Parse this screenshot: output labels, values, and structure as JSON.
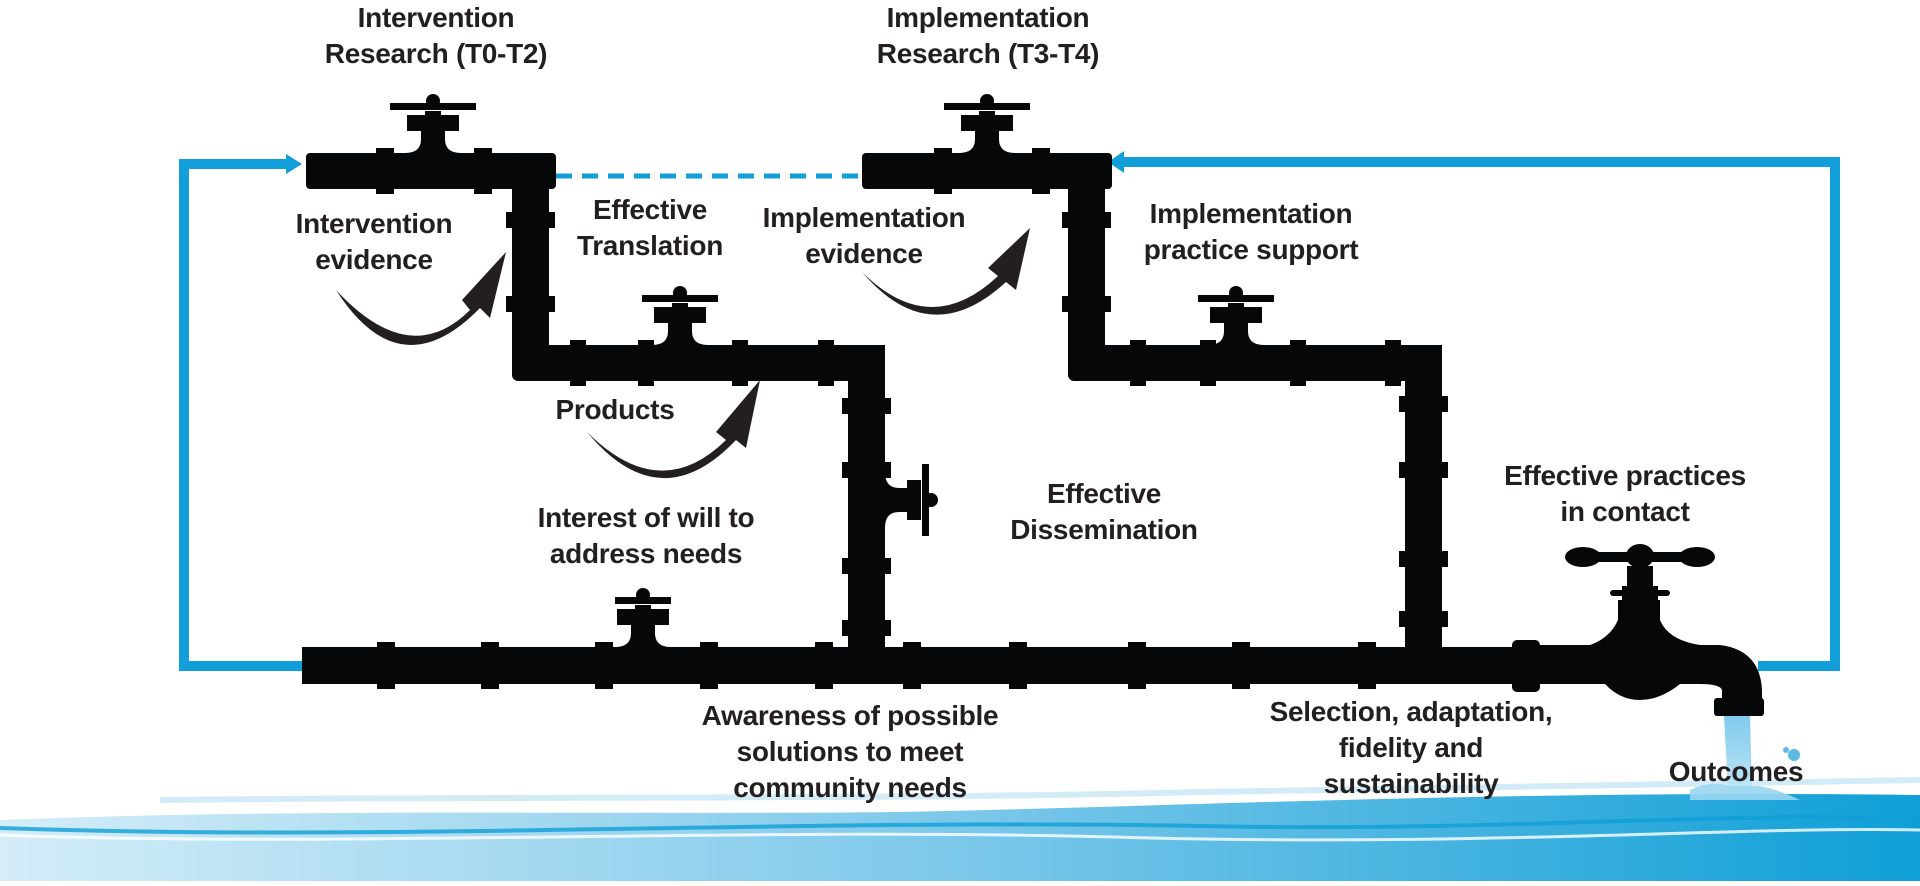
{
  "diagram": {
    "title": "Research-to-practice pipeline",
    "colors": {
      "pipe": "#060708",
      "feedback_line": "#129ed8",
      "text": "#231f20",
      "water_light": "#c9e8f6",
      "water_dark": "#0f9fd6"
    },
    "labels": {
      "intervention_research": [
        "Intervention",
        "Research (T0-T2)"
      ],
      "implementation_research": [
        "Implementation",
        "Research (T3-T4)"
      ],
      "intervention_evidence": [
        "Intervention",
        "evidence"
      ],
      "effective_translation": [
        "Effective",
        "Translation"
      ],
      "implementation_evidence": [
        "Implementation",
        "evidence"
      ],
      "implementation_practice_support": [
        "Implementation",
        "practice support"
      ],
      "products": [
        "Products"
      ],
      "effective_dissemination": [
        "Effective",
        "Dissemination"
      ],
      "interest_of_will": [
        "Interest of will to",
        "address needs"
      ],
      "effective_practices": [
        "Effective practices",
        "in contact"
      ],
      "awareness": [
        "Awareness of possible",
        "solutions to meet",
        "community needs"
      ],
      "selection": [
        "Selection, adaptation,",
        "fidelity and",
        "sustainability"
      ],
      "outcomes": [
        "Outcomes"
      ]
    },
    "icons": {
      "valve": "gate-valve-icon",
      "faucet": "faucet-icon",
      "curved_arrow": "curved-arrow-icon",
      "feedback_arrow": "arrow-right-icon"
    }
  }
}
